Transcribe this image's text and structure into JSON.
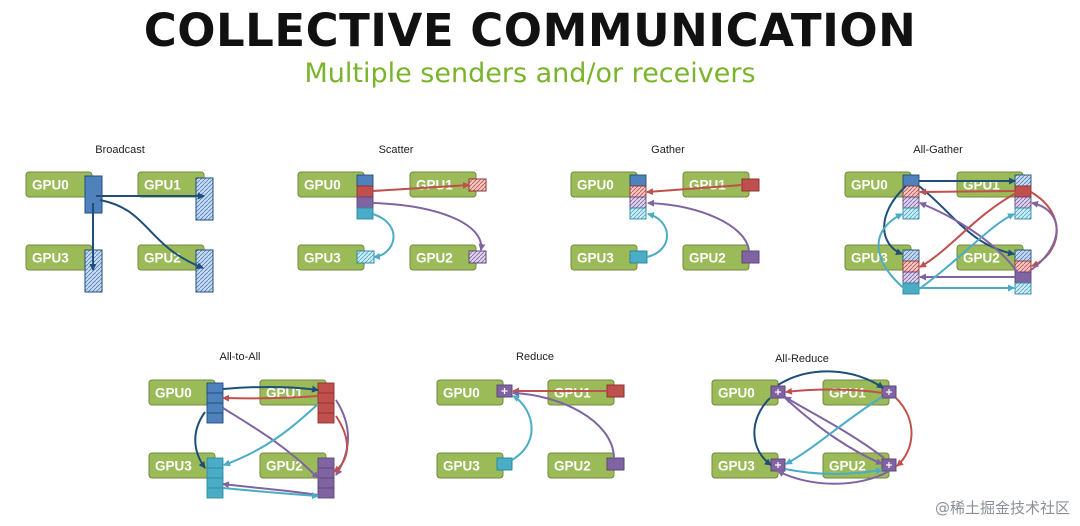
{
  "header": {
    "title": "COLLECTIVE COMMUNICATION",
    "subtitle": "Multiple senders and/or receivers"
  },
  "watermark": "@稀土掘金技术社区",
  "colors": {
    "gpu_fill": "#9bbb59",
    "gpu_stroke": "#71893f",
    "blue": "#4f81bd",
    "blue_dark": "#1f4e79",
    "red": "#c0504d",
    "purple": "#8064a2",
    "cyan": "#4bacc6"
  },
  "panels": [
    {
      "id": "broadcast",
      "title": "Broadcast",
      "gpus": [
        "GPU0",
        "GPU1",
        "GPU3",
        "GPU2"
      ]
    },
    {
      "id": "scatter",
      "title": "Scatter",
      "gpus": [
        "GPU0",
        "GPU1",
        "GPU3",
        "GPU2"
      ]
    },
    {
      "id": "gather",
      "title": "Gather",
      "gpus": [
        "GPU0",
        "GPU1",
        "GPU3",
        "GPU2"
      ]
    },
    {
      "id": "all-gather",
      "title": "All-Gather",
      "gpus": [
        "GPU0",
        "GPU1",
        "GPU3",
        "GPU2"
      ]
    },
    {
      "id": "all-to-all",
      "title": "All-to-All",
      "gpus": [
        "GPU0",
        "GPU1",
        "GPU3",
        "GPU2"
      ]
    },
    {
      "id": "reduce",
      "title": "Reduce",
      "gpus": [
        "GPU0",
        "GPU1",
        "GPU3",
        "GPU2"
      ]
    },
    {
      "id": "all-reduce",
      "title": "All-Reduce",
      "gpus": [
        "GPU0",
        "GPU1",
        "GPU3",
        "GPU2"
      ]
    }
  ]
}
